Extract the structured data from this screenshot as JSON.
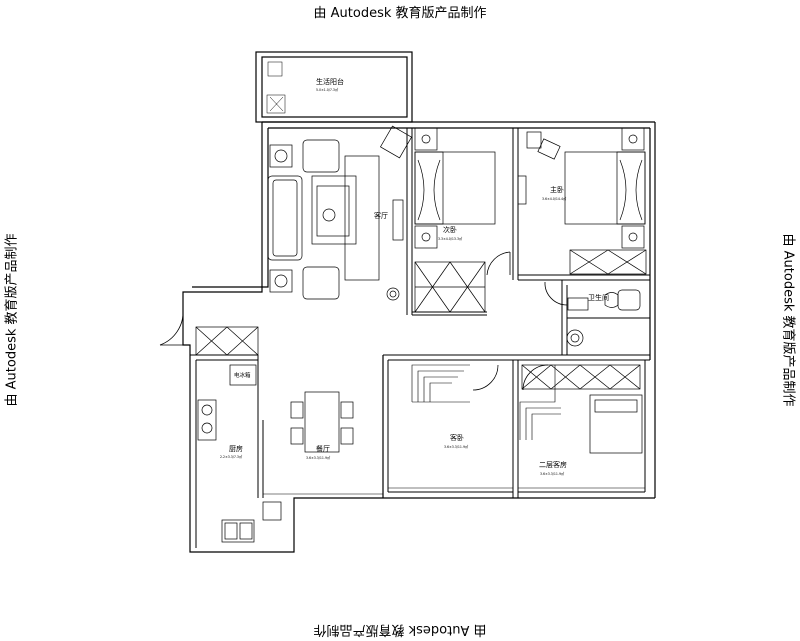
{
  "watermark": {
    "top": "由 Autodesk 教育版产品制作",
    "bottom": "由 Autodesk 教育版产品制作",
    "left": "由 Autodesk 教育版产品制作",
    "right": "由 Autodesk 教育版产品制作"
  },
  "rooms": {
    "balcony": {
      "label": "生活阳台",
      "sub": "5.0×1.0/7.3㎡"
    },
    "living": {
      "label": "客厅",
      "sub": ""
    },
    "second_bedroom": {
      "label": "次卧",
      "sub": "3.3×4.0/13.3㎡"
    },
    "master_bedroom": {
      "label": "主卧",
      "sub": "3.6×4.0/14.4㎡"
    },
    "bathroom": {
      "label": "卫生间",
      "sub": ""
    },
    "dining": {
      "label": "餐厅",
      "sub": "3.6×3.3/11.9㎡"
    },
    "kitchen": {
      "label": "厨房",
      "sub": "2.2×3.3/7.3㎡"
    },
    "fridge": {
      "label": "电冰箱"
    },
    "guest": {
      "label": "客卧",
      "sub": "3.6×3.3/11.9㎡"
    },
    "upper_guest": {
      "label": "二层客房",
      "sub": "3.6×3.3/11.9㎡"
    }
  }
}
